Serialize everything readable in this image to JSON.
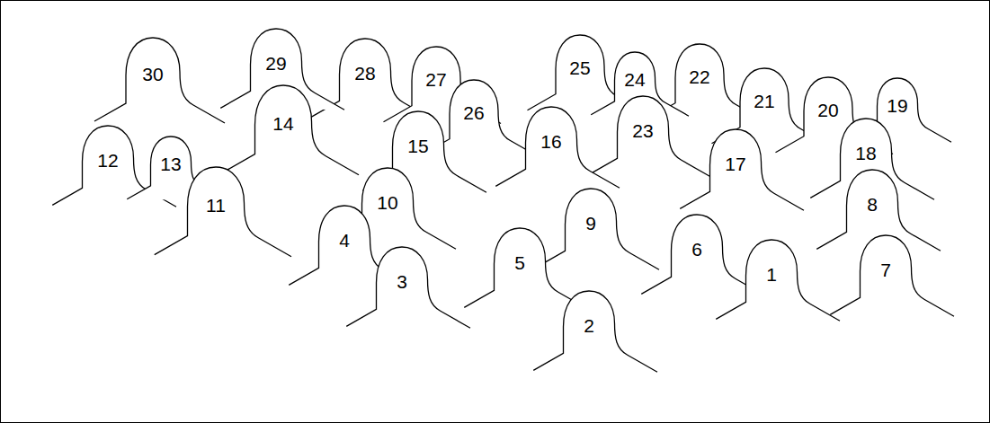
{
  "diagram": {
    "labels": [
      "30",
      "29",
      "28",
      "27",
      "25",
      "24",
      "22",
      "21",
      "20",
      "19",
      "14",
      "26",
      "15",
      "16",
      "23",
      "17",
      "12",
      "13",
      "18",
      "11",
      "10",
      "8",
      "9",
      "4",
      "6",
      "5",
      "3",
      "1",
      "7",
      "2"
    ]
  }
}
